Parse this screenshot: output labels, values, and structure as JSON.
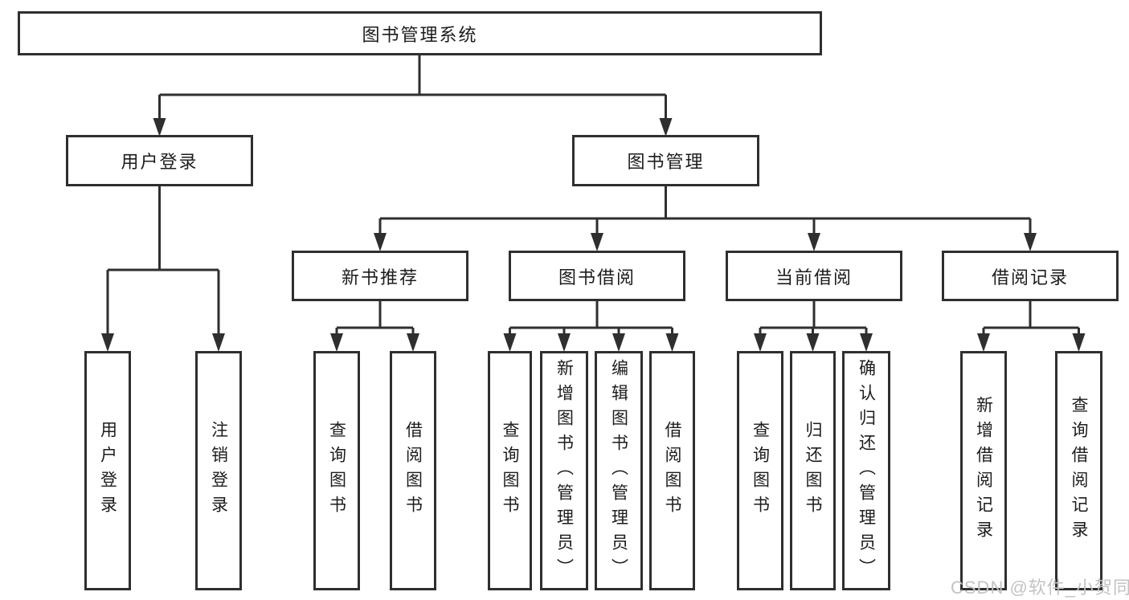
{
  "diagram": {
    "title": "图书管理系统",
    "branches": [
      {
        "label": "用户登录",
        "children": [
          {
            "label": "用户登录"
          },
          {
            "label": "注销登录"
          }
        ]
      },
      {
        "label": "图书管理",
        "children": [
          {
            "label": "新书推荐",
            "children": [
              {
                "label": "查询图书"
              },
              {
                "label": "借阅图书"
              }
            ]
          },
          {
            "label": "图书借阅",
            "children": [
              {
                "label": "查询图书"
              },
              {
                "label": "新增图书（管理员）"
              },
              {
                "label": "编辑图书（管理员）"
              },
              {
                "label": "借阅图书"
              }
            ]
          },
          {
            "label": "当前借阅",
            "children": [
              {
                "label": "查询图书"
              },
              {
                "label": "归还图书"
              },
              {
                "label": "确认归还（管理员）"
              }
            ]
          },
          {
            "label": "借阅记录",
            "children": [
              {
                "label": "新增借阅记录"
              },
              {
                "label": "查询借阅记录"
              }
            ]
          }
        ]
      }
    ]
  },
  "watermark": {
    "text": "CSDN @软件_小贺同学"
  },
  "colors": {
    "line": "#2f2f2f",
    "box_border": "#2f2f2f",
    "box_fill": "#ffffff",
    "text": "#1c1c1c",
    "watermark": "#c3c3c3",
    "background": "#ffffff"
  }
}
